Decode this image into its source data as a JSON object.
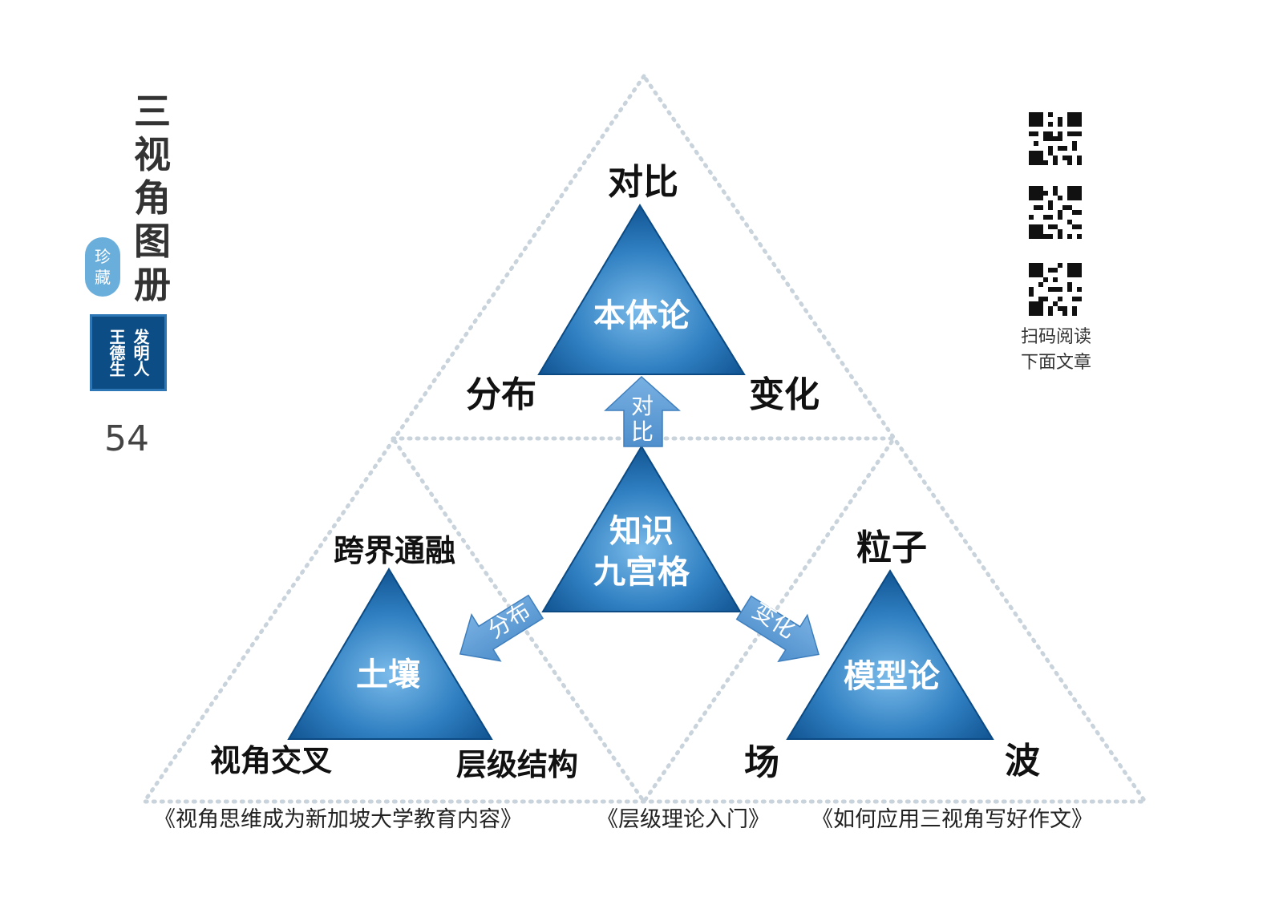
{
  "brand": {
    "title": "三视角图册",
    "badge": "珍藏",
    "seal_col1": "发明人",
    "seal_col2": "王德生",
    "page_number": "54"
  },
  "qr": {
    "icon": "qr-code-icon",
    "caption_line1": "扫码阅读",
    "caption_line2": "下面文章"
  },
  "diagram": {
    "top": {
      "center": "本体论",
      "vertex_top": "对比",
      "vertex_left": "分布",
      "vertex_right": "变化"
    },
    "middle": {
      "center_line1": "知识",
      "center_line2": "九宫格"
    },
    "left": {
      "center": "土壤",
      "vertex_top": "跨界通融",
      "vertex_left": "视角交叉",
      "vertex_right": "层级结构"
    },
    "right": {
      "center": "模型论",
      "vertex_top": "粒子",
      "vertex_left": "场",
      "vertex_right": "波"
    },
    "arrows": {
      "up_line1": "对",
      "up_line2": "比",
      "left": "分布",
      "right": "变化"
    }
  },
  "references": [
    "《视角思维成为新加坡大学教育内容》",
    "《层级理论入门》",
    "《如何应用三视角写好作文》"
  ],
  "colors": {
    "triangle_light": "#6fb2e4",
    "triangle_dark": "#0e4f8d",
    "arrow": "#5b9bd5",
    "dotted_line": "#c9d3dc"
  }
}
